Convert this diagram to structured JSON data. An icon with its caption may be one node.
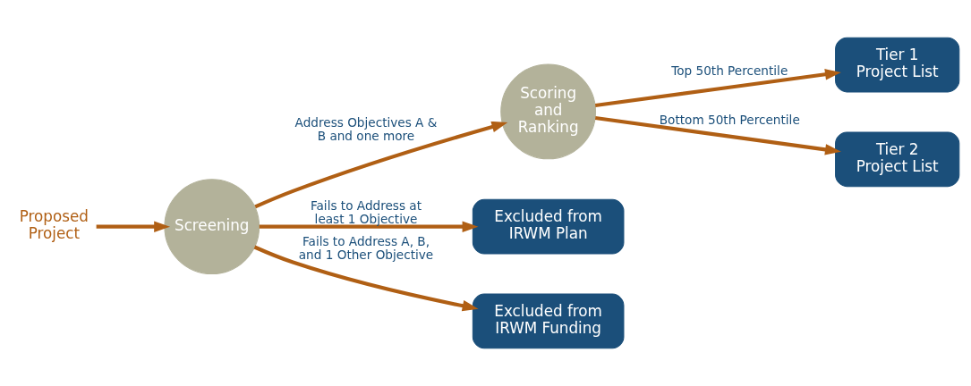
{
  "diagram": {
    "nodes": [
      {
        "text": [
          "Proposed Project"
        ]
      },
      {
        "text": [
          "Screening"
        ]
      },
      {
        "text": [
          "Scoring and Ranking"
        ]
      },
      {
        "text": [
          "Tier 1 Project List"
        ]
      },
      {
        "text": [
          "Excluded from IRWM Plan"
        ]
      },
      {
        "text": [
          "Excluded from IRWM Funding"
        ]
      },
      {
        "text": [
          "Tier 2 Project List"
        ]
      }
    ],
    "edges": [
      {
        "from": 0,
        "to": 1,
        "arrow": "to"
      },
      {
        "from": 1,
        "to": 2,
        "arrow": "to",
        "label": "Address Objectives A & B and one more"
      },
      {
        "from": 2,
        "to": 3,
        "arrow": "to",
        "label": "Top 50th Percentile"
      },
      {
        "from": 1,
        "to": 4,
        "arrow": "to",
        "label": "Fails to Address at least 1 Objective"
      },
      {
        "from": 1,
        "to": 5,
        "arrow": "to",
        "label": "Fails to Address A, B, and 1 Other Objective"
      },
      {
        "from": 2,
        "to": 6,
        "arrow": "to",
        "label": "Bottom 50th Percentile"
      }
    ]
  }
}
